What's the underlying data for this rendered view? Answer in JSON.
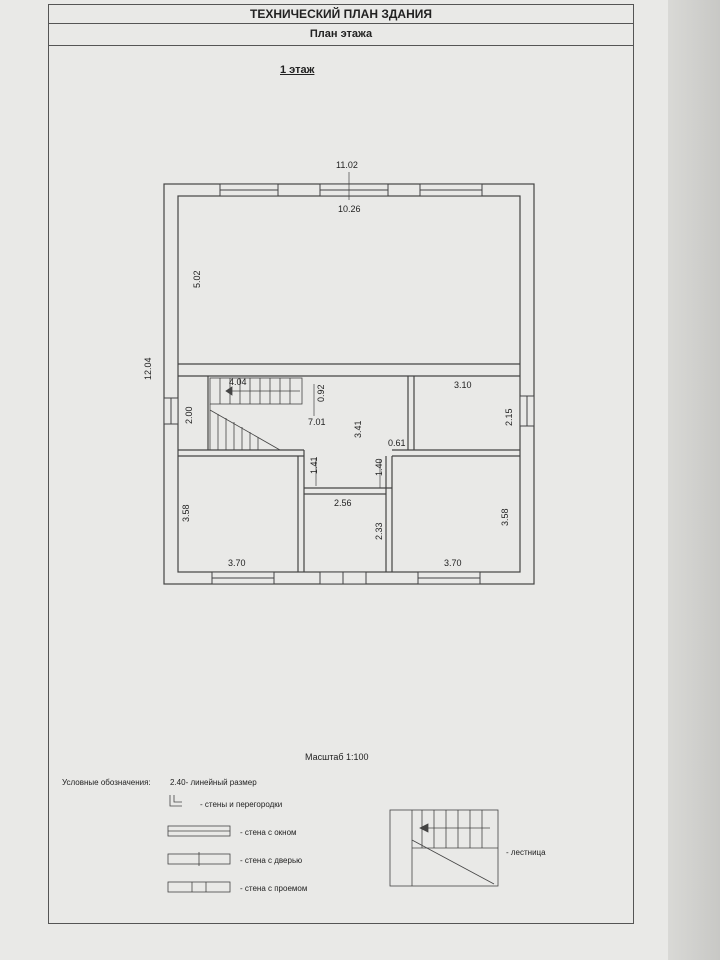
{
  "header": {
    "title": "ТЕХНИЧЕСКИЙ ПЛАН ЗДАНИЯ",
    "subtitle": "План этажа"
  },
  "floor_label": "1 этаж",
  "dimensions": {
    "overall_width": "11.02",
    "inner_width": "10.26",
    "overall_height": "12.04",
    "top_room_height": "5.02",
    "stair_width": "4.04",
    "stair_height": "2.00",
    "hall_width": "7.01",
    "hall_vert_a": "0.92",
    "hall_vert_b": "3.41",
    "right_room_width": "3.10",
    "right_room_height": "2.15",
    "door_gap": "0.61",
    "corridor_left": "1.41",
    "corridor_right": "1.40",
    "bath_width": "2.56",
    "bath_height": "2.33",
    "left_room_height": "3.58",
    "left_room_width": "3.70",
    "right_bottom_height": "3.58",
    "right_bottom_width": "3.70"
  },
  "scale": "Масштаб 1:100",
  "legend": {
    "title": "Условные обозначения:",
    "dim_example": "2.40- линейный размер",
    "walls": "- стены и перегородки",
    "window": "- стена  с окном",
    "door": "- стена  с дверью",
    "opening": "- стена  с проемом",
    "stairs": "- лестница"
  }
}
